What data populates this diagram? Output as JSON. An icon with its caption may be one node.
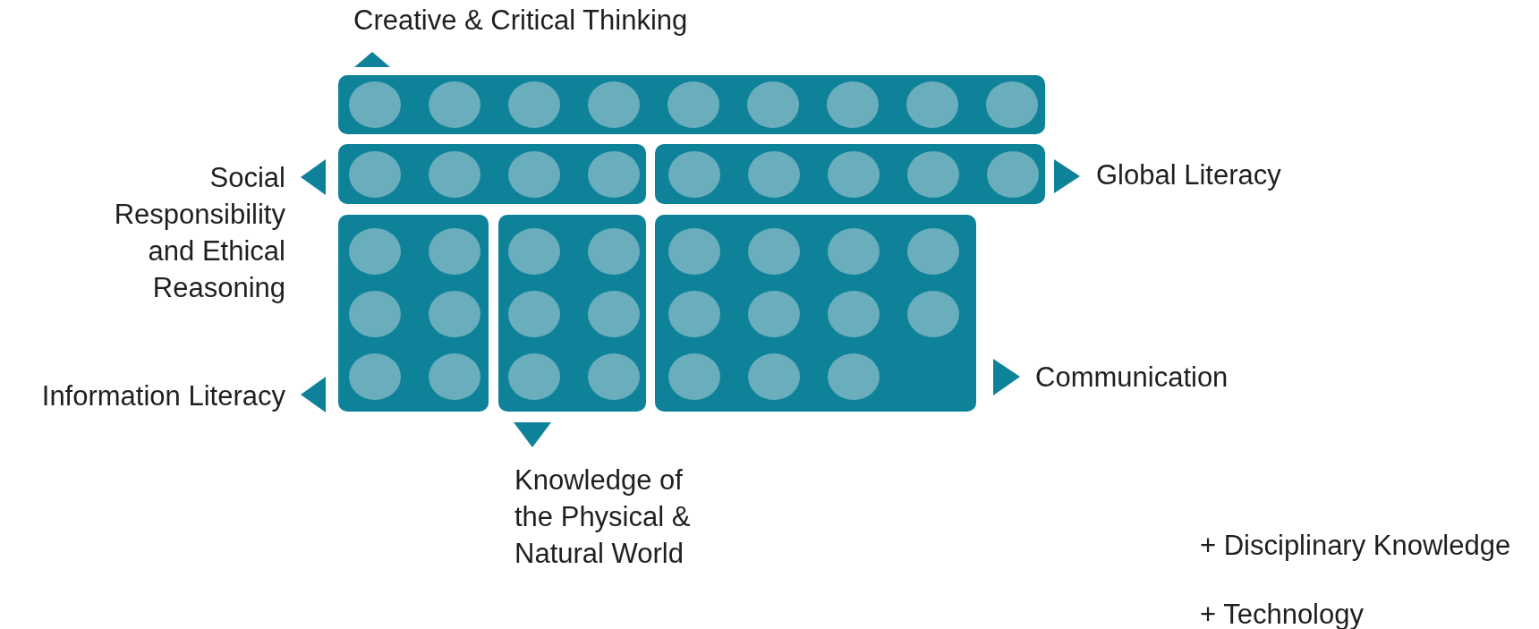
{
  "diagram": {
    "labels": [
      "Creative & Critical Thinking",
      "Social Responsibility and Ethical Reasoning",
      "Global Literacy",
      "Information Literacy",
      "Communication",
      "Knowledge of the Physical & Natural World",
      "+ Disciplinary Knowledge",
      "+ Technology"
    ]
  }
}
